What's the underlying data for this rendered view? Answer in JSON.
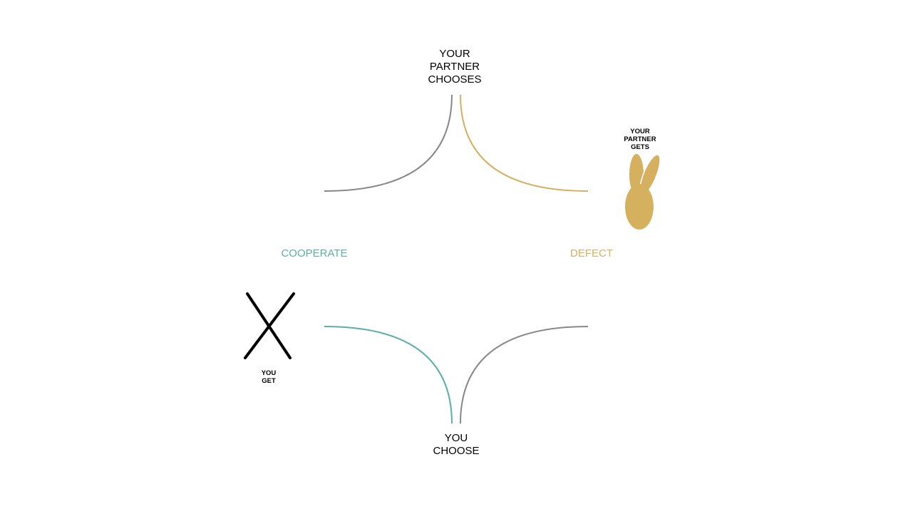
{
  "labels": {
    "partner_chooses": "YOUR\nPARTNER\nCHOOSES",
    "you_choose": "YOU\nCHOOSE",
    "partner_gets": "YOUR\nPARTNER\nGETS",
    "you_get": "YOU\nGET"
  },
  "options": {
    "cooperate": "COOPERATE",
    "defect": "DEFECT"
  },
  "colors": {
    "cooperate": "#5aafa8",
    "defect": "#d4b05f",
    "neutral": "#888888",
    "text": "#000000"
  },
  "icons": {
    "you_get": "cross-icon",
    "partner_gets": "rabbit-icon"
  }
}
